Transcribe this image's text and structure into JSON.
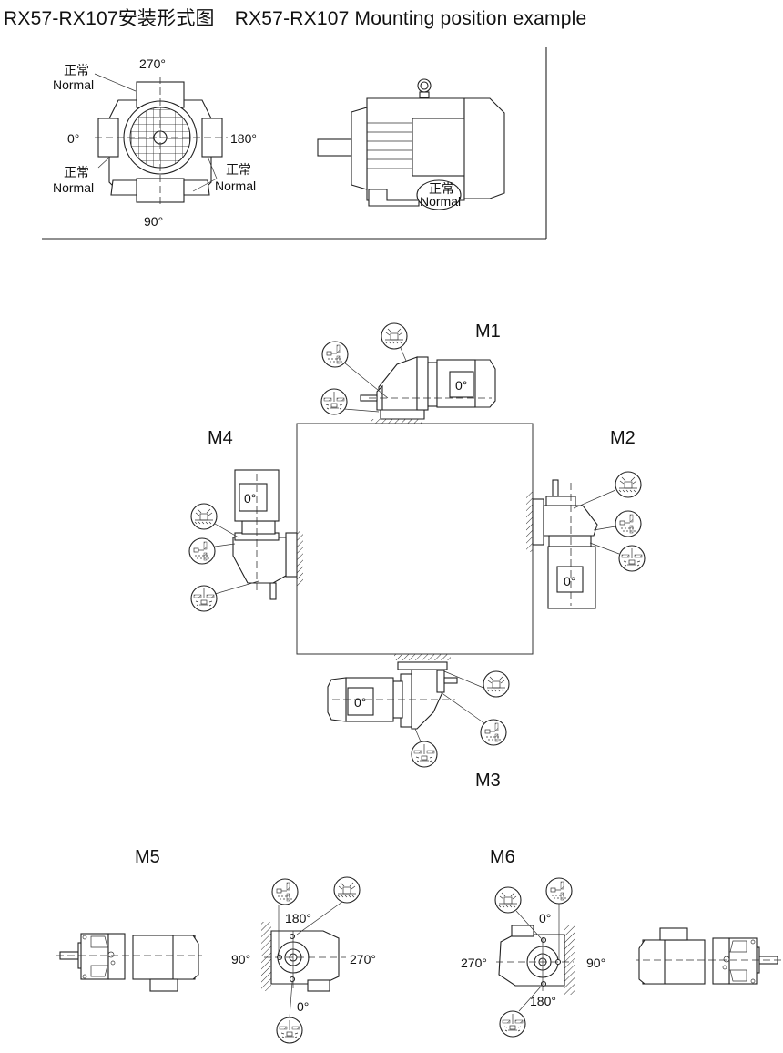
{
  "title": {
    "cn": "RX57-RX107安装形式图",
    "en": "RX57-RX107  Mounting position example"
  },
  "top_panel": {
    "front_view": {
      "angle_top": "270°",
      "angle_left": "0°",
      "angle_right": "180°",
      "angle_bottom": "90°",
      "normal_cn": "正常",
      "normal_en": "Normal"
    },
    "side_view": {
      "normal_cn": "正常",
      "normal_en": "Normal"
    }
  },
  "mounting_positions": [
    {
      "id": "M1",
      "label": "M1",
      "terminal_box": "0°"
    },
    {
      "id": "M2",
      "label": "M2",
      "terminal_box": "0°"
    },
    {
      "id": "M3",
      "label": "M3",
      "terminal_box": "0°"
    },
    {
      "id": "M4",
      "label": "M4",
      "terminal_box": "0°"
    },
    {
      "id": "M5",
      "label": "M5",
      "angles": {
        "top": "180°",
        "left": "90°",
        "right": "270°",
        "bottom": "0°"
      }
    },
    {
      "id": "M6",
      "label": "M6",
      "angles": {
        "top": "0°",
        "left": "270°",
        "right": "90°",
        "bottom": "180°"
      }
    }
  ],
  "icons": {
    "vent_plug": "breather-valve-icon",
    "oil_level": "oil-level-plug-icon",
    "oil_drain": "oil-drain-plug-icon"
  }
}
